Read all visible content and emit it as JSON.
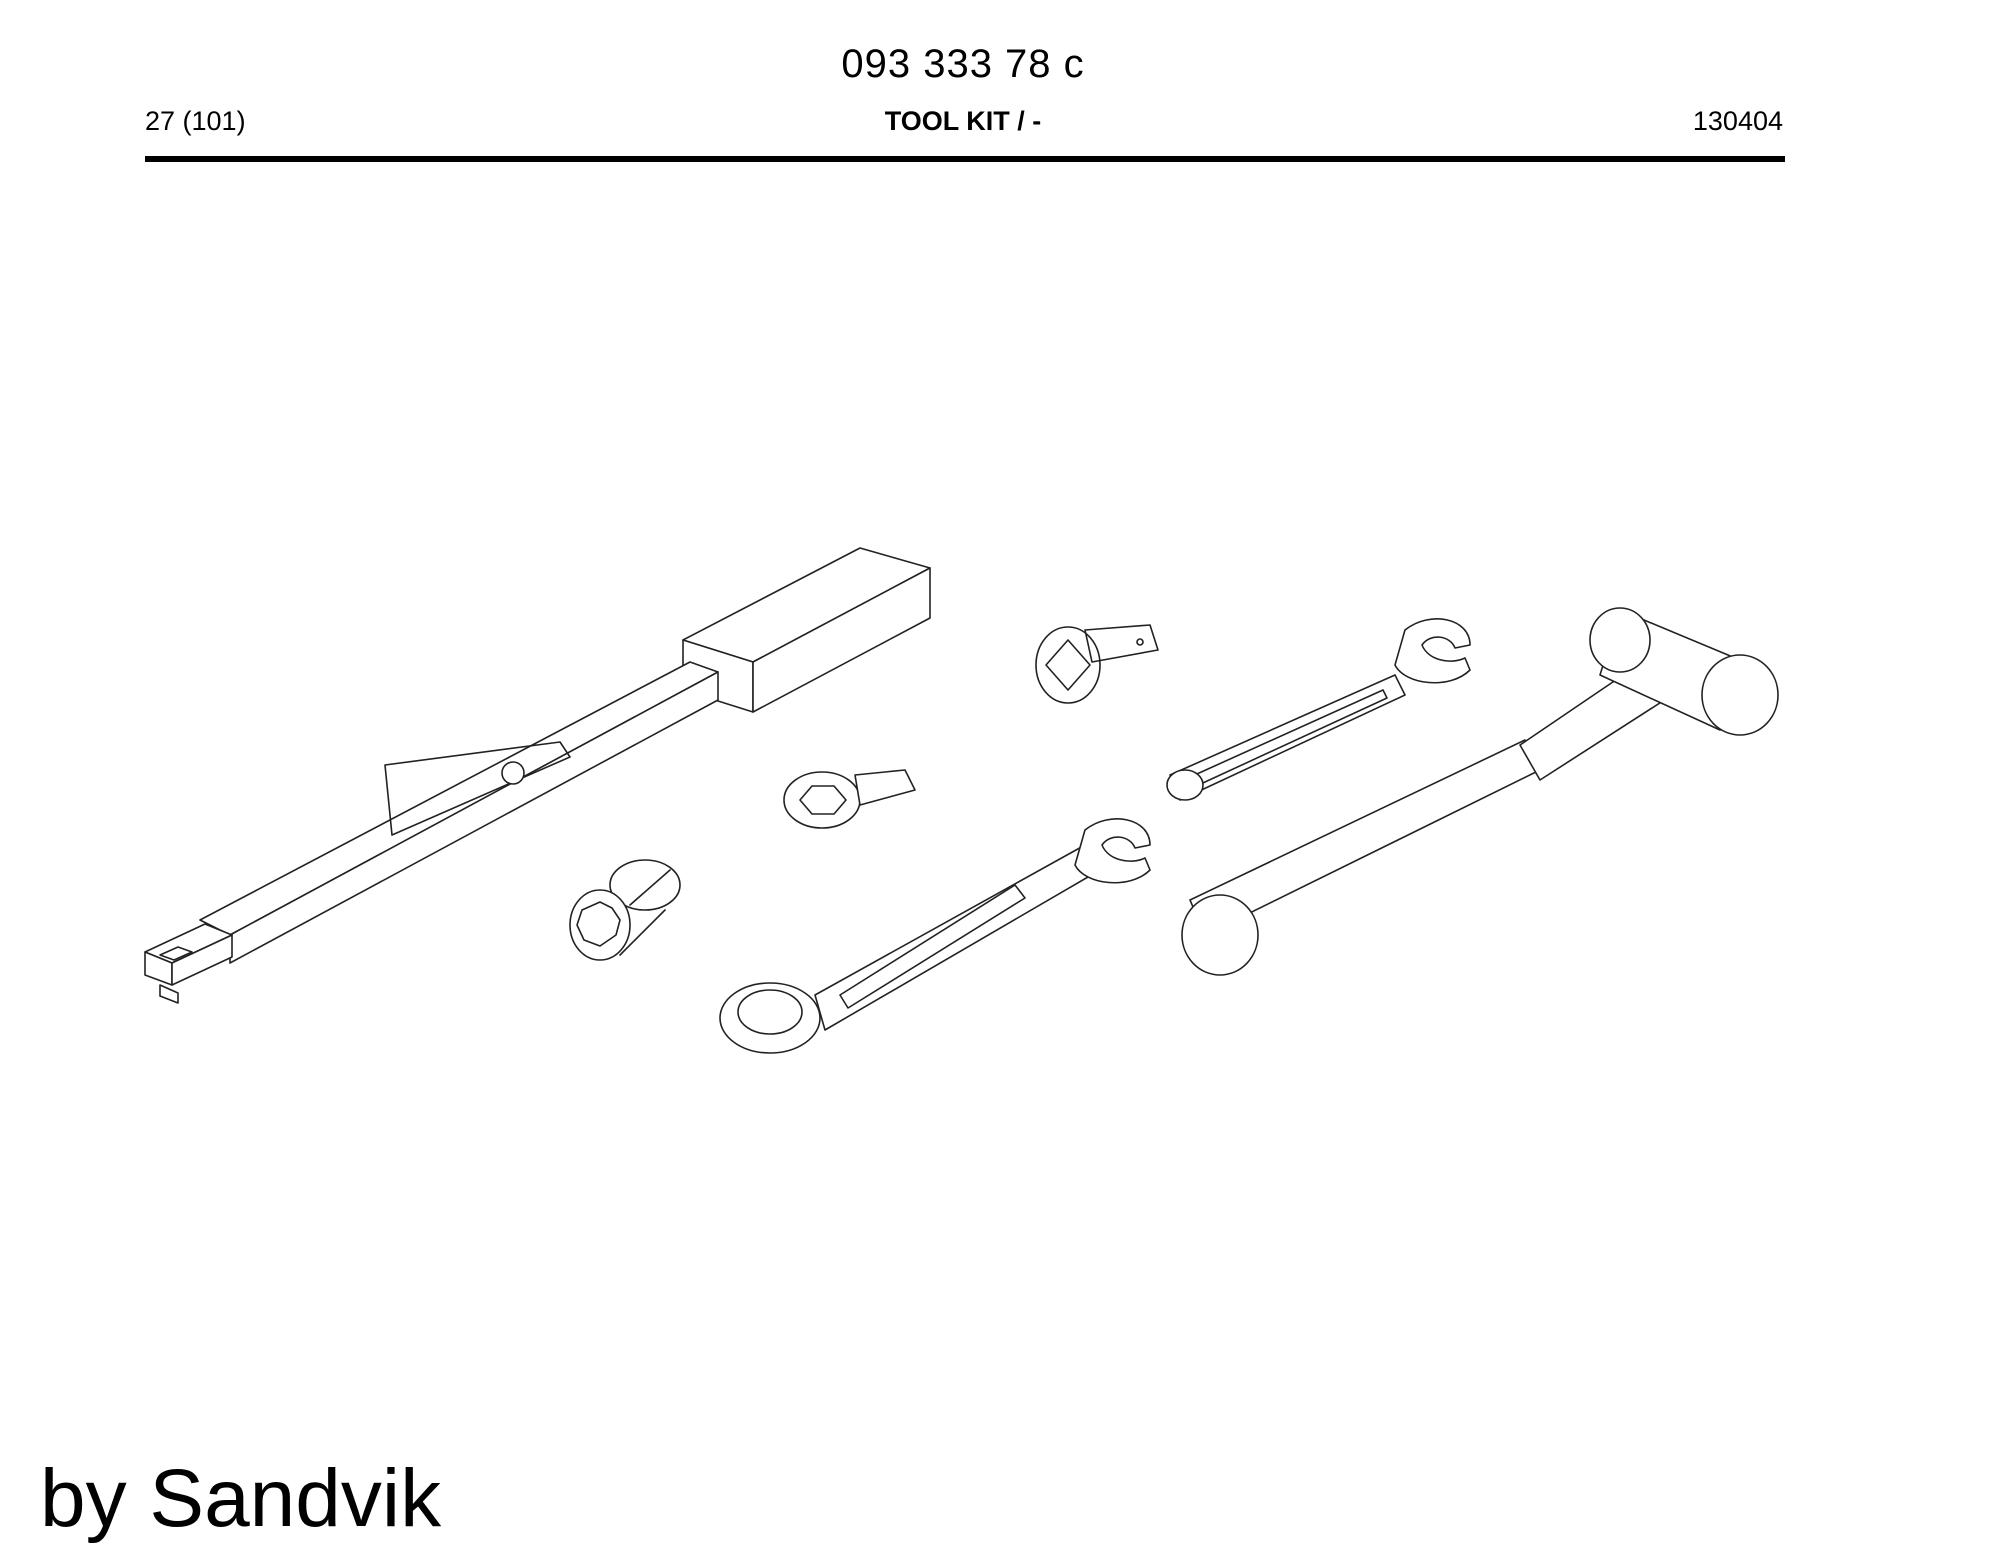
{
  "header": {
    "doc_number": "093 333 78 c",
    "page_ref": "27 (101)",
    "title": "TOOL KIT / -",
    "date_code": "130404"
  },
  "footer": {
    "brand": "by Sandvik"
  },
  "illustration": {
    "tools": [
      "torque-wrench",
      "square-drive-adapter",
      "hex-socket-insert",
      "twelve-point-socket",
      "open-end-wrench",
      "combination-wrench",
      "hammer"
    ]
  }
}
